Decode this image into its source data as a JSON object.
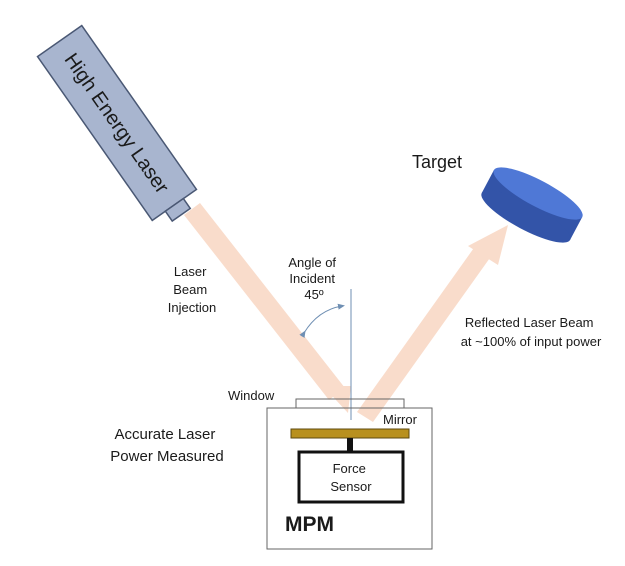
{
  "laser": {
    "label": "High Energy Laser"
  },
  "beam": {
    "injection_label": [
      "Laser",
      "Beam",
      "Injection"
    ],
    "reflected_label": [
      "Reflected Laser Beam",
      "at ~100% of input power"
    ]
  },
  "angle": {
    "label": [
      "Angle of",
      "Incident",
      "45º"
    ]
  },
  "target": {
    "label": "Target"
  },
  "mpm": {
    "label": "MPM",
    "window_label": "Window",
    "mirror_label": "Mirror",
    "sensor_label": [
      "Force",
      "Sensor"
    ],
    "measured_label": [
      "Accurate Laser",
      "Power Measured"
    ]
  },
  "colors": {
    "laser_body": "#a8b5cf",
    "laser_stroke": "#4a5874",
    "beam": "#f9dccb",
    "target": "#3d64c2",
    "target_top": "#4f78d6",
    "mirror": "#b8901e",
    "normal_line": "#6f8fb3"
  }
}
